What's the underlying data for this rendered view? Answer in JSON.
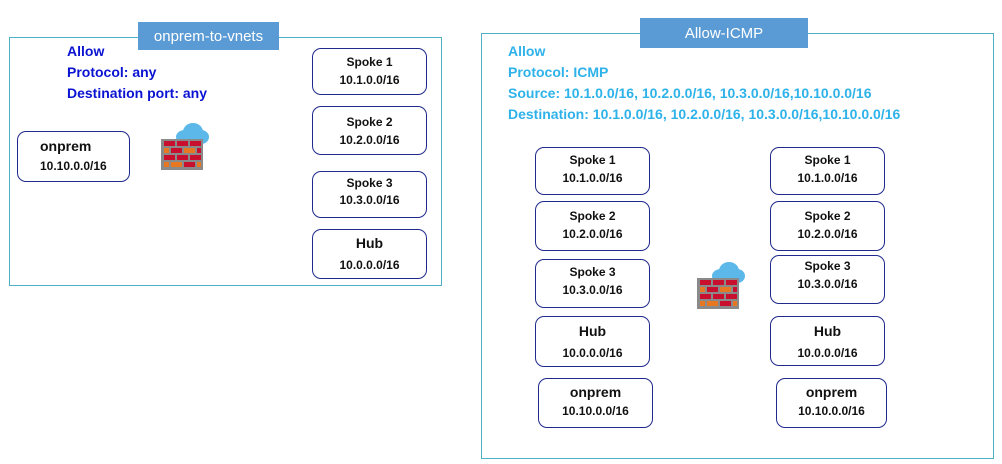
{
  "colors": {
    "left_accent": "#0a13d2",
    "right_accent": "#2eb2ea",
    "tab_bg": "#5b9bd5",
    "panel_border": "#4fb0c6"
  },
  "left_panel": {
    "tab": "onprem-to-vnets",
    "rule": [
      "Allow",
      "Protocol: any",
      "Destination port: any"
    ],
    "source": {
      "name": "onprem",
      "ip": "10.10.0.0/16"
    },
    "targets": [
      {
        "name": "Spoke 1",
        "ip": "10.1.0.0/16"
      },
      {
        "name": "Spoke 2",
        "ip": "10.2.0.0/16"
      },
      {
        "name": "Spoke 3",
        "ip": "10.3.0.0/16"
      },
      {
        "name": "Hub",
        "ip": "10.0.0.0/16"
      }
    ]
  },
  "right_panel": {
    "tab": "Allow-ICMP",
    "rule": [
      "Allow",
      "Protocol: ICMP",
      "Source:  10.1.0.0/16, 10.2.0.0/16, 10.3.0.0/16,10.10.0.0/16",
      "Destination: 10.1.0.0/16, 10.2.0.0/16, 10.3.0.0/16,10.10.0.0/16"
    ],
    "sources": [
      {
        "name": "Spoke 1",
        "ip": "10.1.0.0/16"
      },
      {
        "name": "Spoke 2",
        "ip": "10.2.0.0/16"
      },
      {
        "name": "Spoke 3",
        "ip": "10.3.0.0/16"
      },
      {
        "name": "Hub",
        "ip": "10.0.0.0/16"
      },
      {
        "name": "onprem",
        "ip": "10.10.0.0/16"
      }
    ],
    "destinations": [
      {
        "name": "Spoke 1",
        "ip": "10.1.0.0/16"
      },
      {
        "name": "Spoke 2",
        "ip": "10.2.0.0/16"
      },
      {
        "name": "Spoke 3",
        "ip": "10.3.0.0/16"
      },
      {
        "name": "Hub",
        "ip": "10.0.0.0/16"
      },
      {
        "name": "onprem",
        "ip": "10.10.0.0/16"
      }
    ]
  }
}
